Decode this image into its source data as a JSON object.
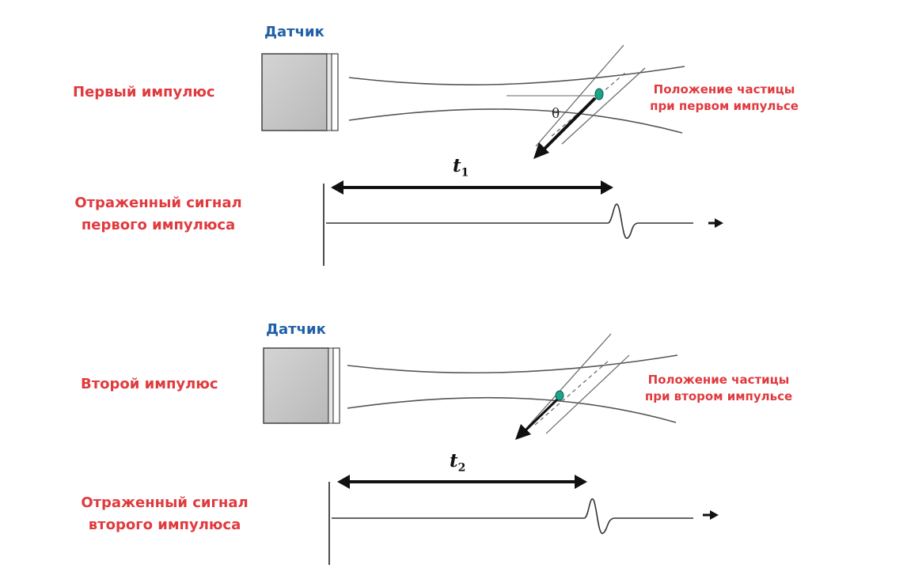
{
  "colors": {
    "label_red": "#e03a3e",
    "label_blue": "#1f5fa8",
    "line_dark": "#1a1a1a",
    "sensor_fill": "#c9c9c9",
    "particle": "#1aa58a"
  },
  "panels": [
    {
      "sensor_label": "Датчик",
      "pulse_label": "Первый импулюс",
      "particle_label_line1": "Положение частицы",
      "particle_label_line2": "при первом импульсе",
      "signal_label_line1": "Отраженный сигнал",
      "signal_label_line2": "первого импулюса",
      "time_symbol": "t",
      "time_subscript": "1",
      "angle_symbol": "θ"
    },
    {
      "sensor_label": "Датчик",
      "pulse_label": "Второй импулюс",
      "particle_label_line1": "Положение частицы",
      "particle_label_line2": "при втором импульсе",
      "signal_label_line1": "Отраженный сигнал",
      "signal_label_line2": "второго импулюса",
      "time_symbol": "t",
      "time_subscript": "2"
    }
  ]
}
